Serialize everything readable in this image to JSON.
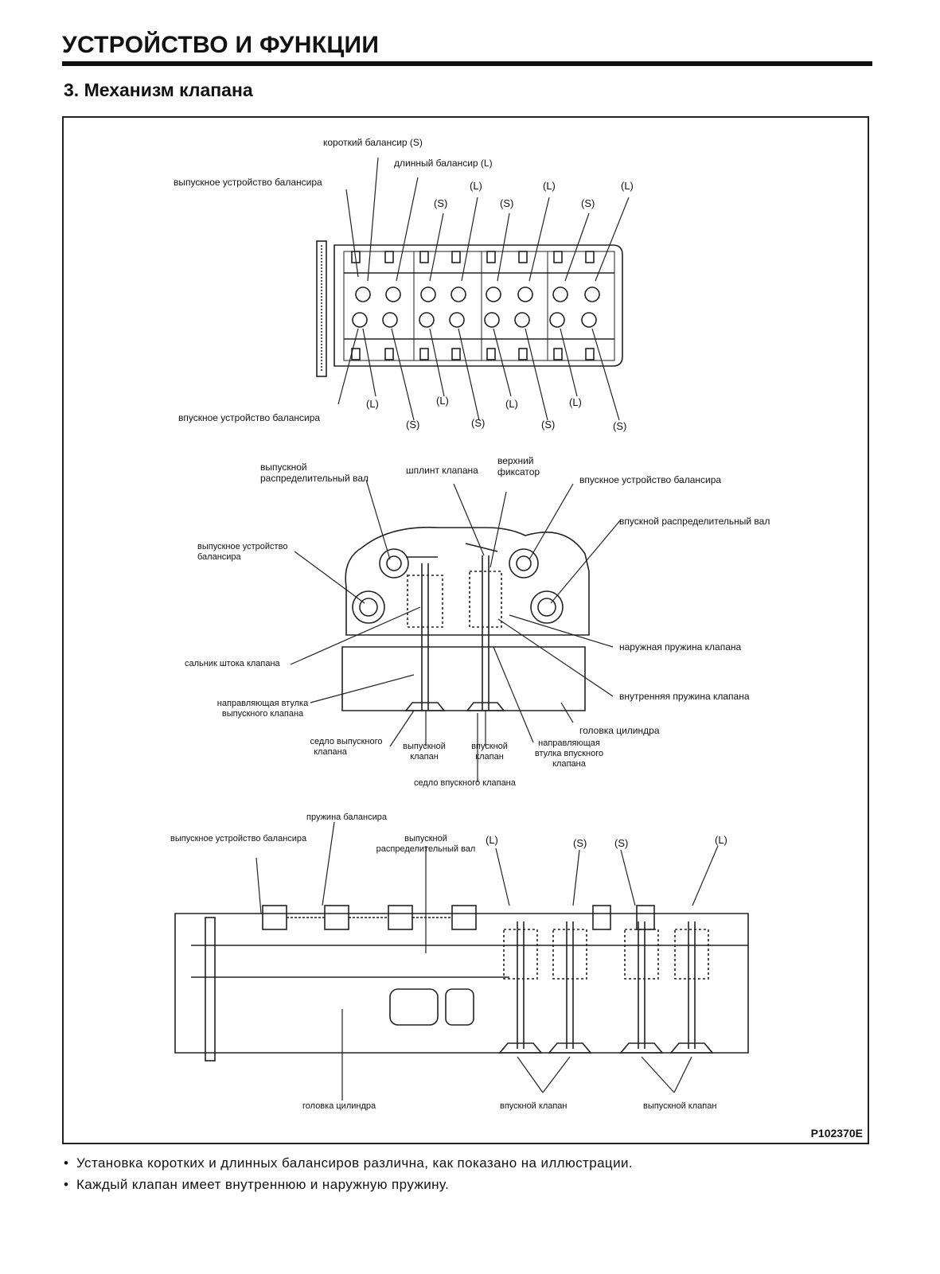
{
  "header": {
    "title": "УСТРОЙСТВО И ФУНКЦИИ"
  },
  "section": {
    "title": "3.  Механизм клапана"
  },
  "top_view": {
    "short_rocker": "короткий балансир (S)",
    "long_rocker": "длинный балансир (L)",
    "exhaust_rocker": "выпускное устройство балансира",
    "intake_rocker": "впускное устройство балансира",
    "top_letters": [
      "(S)",
      "(L)",
      "(S)",
      "(L)",
      "(S)",
      "(L)"
    ],
    "bottom_letters": [
      "(L)",
      "(S)",
      "(L)",
      "(S)",
      "(L)",
      "(S)",
      "(L)",
      "(S)"
    ]
  },
  "section_view": {
    "exhaust_cam_l1": "выпускной",
    "exhaust_cam_l2": "распределительный вал",
    "valve_cotter": "шплинт клапана",
    "upper_retainer_l1": "верхний",
    "upper_retainer_l2": "фиксатор",
    "intake_rocker": "впускное устройство балансира",
    "intake_cam": "впускной распределительный вал",
    "exhaust_rocker_l1": "выпускное устройство",
    "exhaust_rocker_l2": "балансира",
    "outer_spring": "наружная пружина клапана",
    "stem_seal": "сальник штока клапана",
    "inner_spring": "внутренняя пружина клапана",
    "exhaust_guide_l1": "направляющая втулка",
    "exhaust_guide_l2": "выпускного клапана",
    "cylinder_head": "головка цилиндра",
    "exhaust_seat_l1": "седло выпускного",
    "exhaust_seat_l2": "клапана",
    "exhaust_valve_l1": "выпускной",
    "exhaust_valve_l2": "клапан",
    "intake_valve_l1": "впускной",
    "intake_valve_l2": "клапан",
    "intake_guide_l1": "направляющая",
    "intake_guide_l2": "втулка впускного",
    "intake_guide_l3": "клапана",
    "intake_seat": "седло впускного клапана"
  },
  "side_view": {
    "rocker_spring": "пружина балансира",
    "exhaust_rocker": "выпускное устройство балансира",
    "exhaust_cam_l1": "выпускной",
    "exhaust_cam_l2": "распределительный вал",
    "letters": [
      "(L)",
      "(S)",
      "(S)",
      "(L)"
    ],
    "cylinder_head": "головка цилиндра",
    "intake_valve": "впускной клапан",
    "exhaust_valve": "выпускной клапан"
  },
  "figure_code": "P102370E",
  "notes": [
    "Установка коротких и длинных балансиров различна, как показано на иллюстрации.",
    "Каждый клапан имеет внутреннюю и наружную пружину."
  ]
}
